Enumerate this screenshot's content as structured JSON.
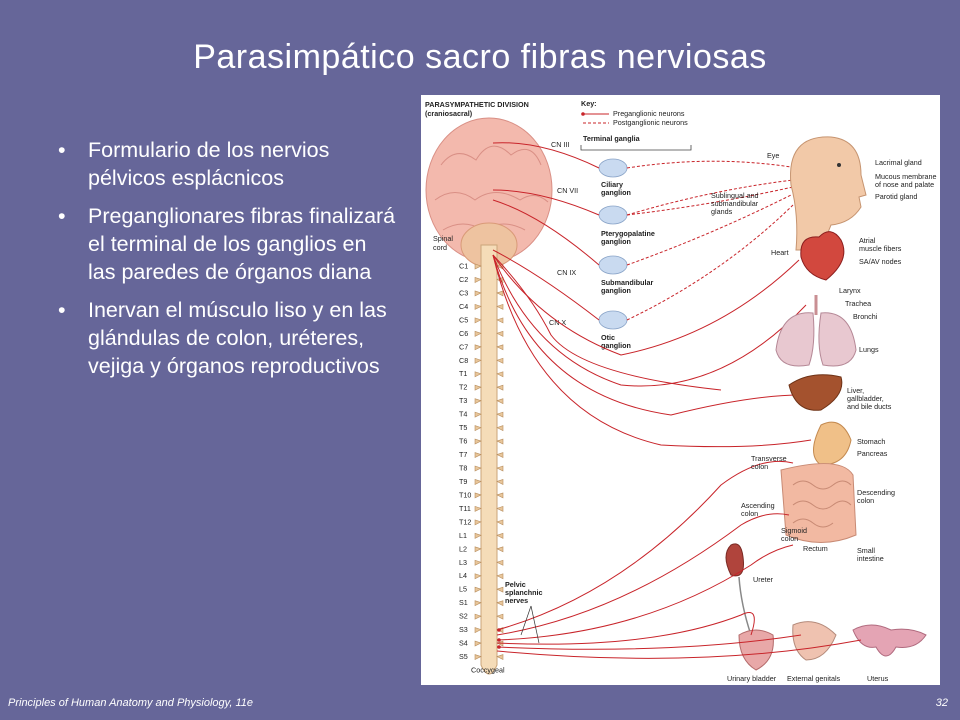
{
  "slide": {
    "title": "Parasimpático  sacro fibras nerviosas",
    "bullets": [
      "Formulario de los nervios pélvicos esplácnicos",
      "Preganglionares fibras finalizará el terminal de los ganglios en las paredes de órganos diana",
      "Inervan el músculo liso y en las glándulas de colon, uréteres, vejiga y órganos reproductivos"
    ],
    "footer_left": "Principles of Human Anatomy and Physiology, 11e",
    "page_number": "32"
  },
  "figure": {
    "heading_line1": "PARASYMPATHETIC DIVISION",
    "heading_line2": "(craniosacral)",
    "key_title": "Key:",
    "key_pre": "Preganglionic neurons",
    "key_post": "Postganglionic neurons",
    "terminal_ganglia": "Terminal ganglia",
    "spinal_cord": [
      "Spinal",
      "cord"
    ],
    "cranial_nerves": [
      "CN III",
      "CN VII",
      "CN IX",
      "CN X"
    ],
    "ganglia": [
      [
        "Ciliary",
        "ganglion"
      ],
      [
        "Pterygopalatine",
        "ganglion"
      ],
      [
        "Submandibular",
        "ganglion"
      ],
      [
        "Otic",
        "ganglion"
      ]
    ],
    "segments": [
      "C1",
      "C2",
      "C3",
      "C4",
      "C5",
      "C6",
      "C7",
      "C8",
      "T1",
      "T2",
      "T3",
      "T4",
      "T5",
      "T6",
      "T7",
      "T8",
      "T9",
      "T10",
      "T11",
      "T12",
      "L1",
      "L2",
      "L3",
      "L4",
      "L5",
      "S1",
      "S2",
      "S3",
      "S4",
      "S5",
      "Coccygeal"
    ],
    "pelvic_nerves": [
      "Pelvic",
      "splanchnic",
      "nerves"
    ],
    "organs": {
      "eye": "Eye",
      "lacrimal": "Lacrimal gland",
      "mucous": [
        "Mucous membrane",
        "of nose and palate"
      ],
      "parotid": "Parotid gland",
      "sublingual": [
        "Sublingual and",
        "submandibular",
        "glands"
      ],
      "heart": "Heart",
      "atrial": [
        "Atrial",
        "muscle fibers"
      ],
      "sa_av": "SA/AV nodes",
      "larynx": "Larynx",
      "trachea": "Trachea",
      "bronchi": "Bronchi",
      "lungs": "Lungs",
      "liver": [
        "Liver,",
        "gallbladder,",
        "and bile ducts"
      ],
      "stomach": "Stomach",
      "pancreas": "Pancreas",
      "transverse": [
        "Transverse",
        "colon"
      ],
      "descending": [
        "Descending",
        "colon"
      ],
      "ascending": [
        "Ascending",
        "colon"
      ],
      "sigmoid": [
        "Sigmoid",
        "colon"
      ],
      "rectum": "Rectum",
      "small_intestine": [
        "Small",
        "intestine"
      ],
      "ureter": "Ureter",
      "bladder": "Urinary bladder",
      "genitals": "External genitals",
      "uterus": "Uterus"
    }
  },
  "colors": {
    "background": "#666699",
    "nerve": "#c8242a",
    "brain": "#f3b9ad",
    "cord": "#f5dcb8",
    "ganglion": "#c9daf0"
  }
}
